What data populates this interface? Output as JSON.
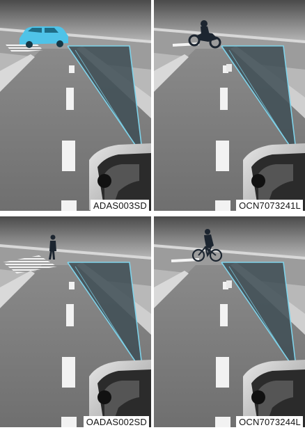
{
  "figures": [
    {
      "code": "ADAS003SD",
      "object": "car-icon"
    },
    {
      "code": "OCN7073241L",
      "object": "motorcycle-icon"
    },
    {
      "code": "OADAS002SD",
      "object": "pedestrian-icon"
    },
    {
      "code": "OCN7073244L",
      "object": "bicycle-icon"
    }
  ],
  "colors": {
    "detection_zone_fill": "#3e4d55",
    "detection_zone_outline": "#7fd3ea",
    "car": "#4fc3e8",
    "silhouette": "#1c2530"
  }
}
